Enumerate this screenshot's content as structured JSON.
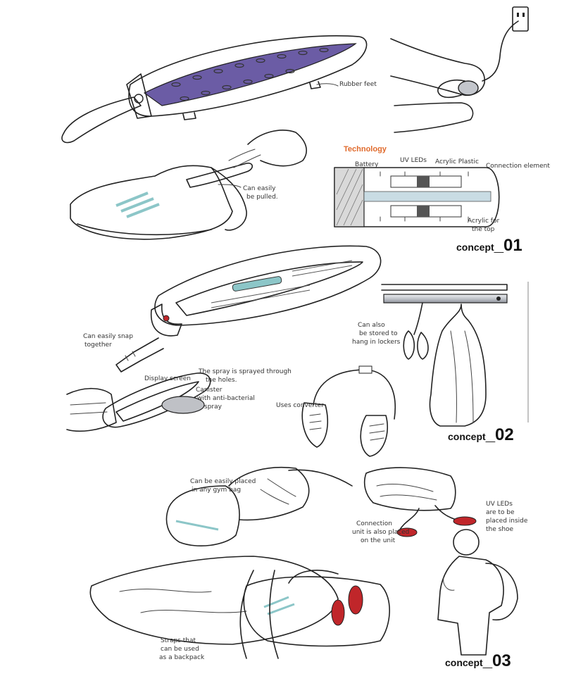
{
  "colors": {
    "accent": "#e06a2c",
    "purple": "#6b5ca5",
    "teal": "#8cc6c8",
    "red": "#c0262a",
    "ink": "#222222",
    "grey": "#c9cbcf"
  },
  "technology": {
    "title": "Technology"
  },
  "concepts": [
    {
      "prefix": "concept",
      "number": "_01"
    },
    {
      "prefix": "concept",
      "number": "_02"
    },
    {
      "prefix": "concept",
      "number": "_03"
    }
  ],
  "notes": {
    "rubber_feet": "Rubber feet",
    "easily_pulled_1": "Can easily",
    "easily_pulled_2": "be pulled.",
    "battery": "Battery",
    "uv_leds": "UV LEDs",
    "acrylic_plastic": "Acrylic Plastic",
    "connection_element": "Connection element",
    "acrylic_top_1": "Acrylic for",
    "acrylic_top_2": "the top",
    "snap_together_1": "Can easily snap",
    "snap_together_2": "together",
    "stored_1": "Can also",
    "stored_2": "be stored to",
    "stored_3": "hang in lockers",
    "display_screen": "Display screen",
    "spray_1": "The spray is sprayed through",
    "spray_2": "the holes.",
    "canister_1": "Canister",
    "canister_2": "with anti-bacterial",
    "canister_3": "spray",
    "uses_converter": "Uses converter",
    "gym_bag_1": "Can be easily placed",
    "gym_bag_2": "in any gym bag",
    "uv_leds_shoe_1": "UV LEDs",
    "uv_leds_shoe_2": "are to be",
    "uv_leds_shoe_3": "placed inside",
    "uv_leds_shoe_4": "the shoe",
    "connection_unit_1": "Connection",
    "connection_unit_2": "unit is also placed",
    "connection_unit_3": "on the unit",
    "straps_1": "Straps that",
    "straps_2": "can be used",
    "straps_3": "as a backpack"
  }
}
